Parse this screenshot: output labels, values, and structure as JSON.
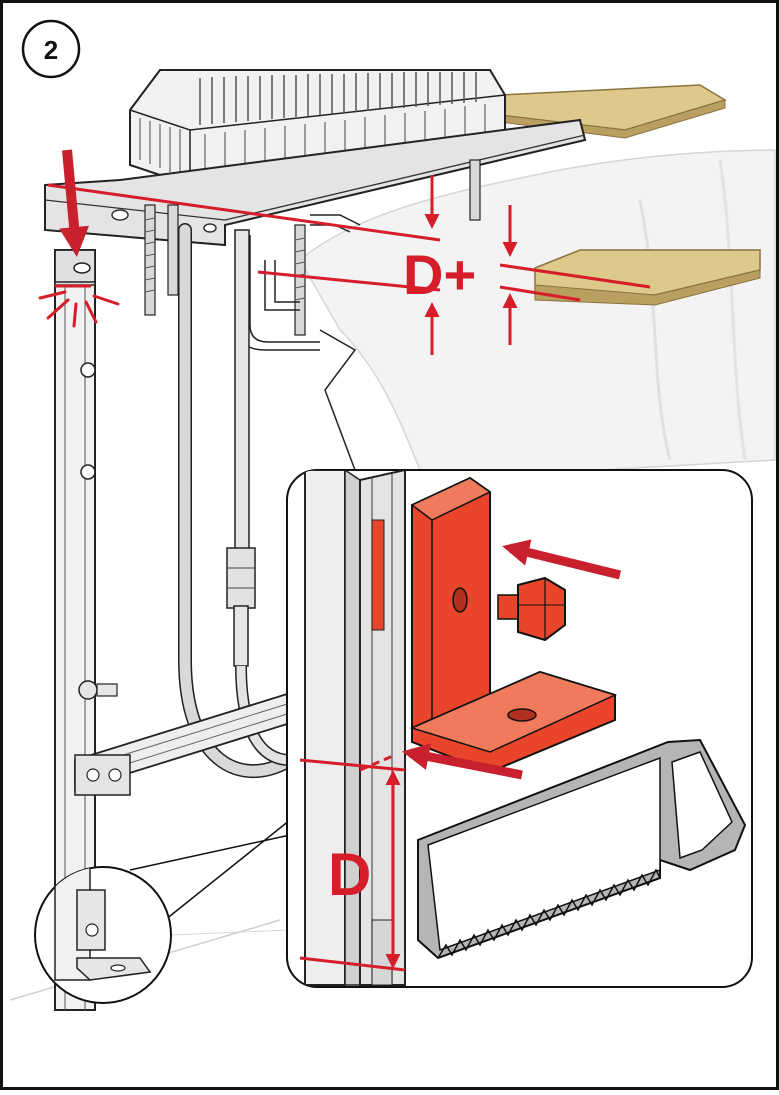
{
  "step": {
    "number": "2"
  },
  "dimension_labels": {
    "upper": "D+",
    "lower": "D"
  },
  "colors": {
    "accent": "#d61e2b",
    "bracket": "#e8452a",
    "outline": "#111111",
    "wood": "#ddc98a",
    "metal": "#e9e9e9",
    "saw": "#b5b5b5"
  },
  "icons": {
    "saw": "hacksaw-icon",
    "bracket": "angle-bracket-icon",
    "bolt": "hex-bolt-icon"
  }
}
